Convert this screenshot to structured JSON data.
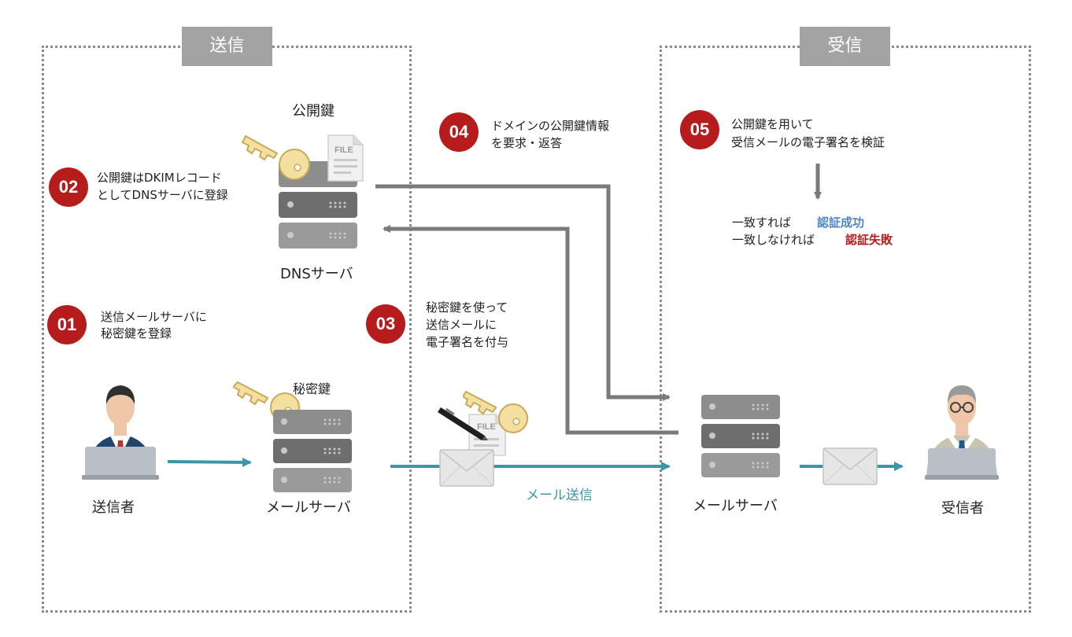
{
  "zones": {
    "send": {
      "title": "送信"
    },
    "receive": {
      "title": "受信"
    }
  },
  "steps": [
    {
      "number": "01",
      "lines": [
        "送信メールサーバに",
        "秘密鍵を登録"
      ]
    },
    {
      "number": "02",
      "lines": [
        "公開鍵はDKIMレコード",
        "としてDNSサーバに登録"
      ]
    },
    {
      "number": "03",
      "lines": [
        "秘密鍵を使って",
        "送信メールに",
        "電子署名を付与"
      ]
    },
    {
      "number": "04",
      "lines": [
        "ドメインの公開鍵情報",
        "を要求・返答"
      ]
    },
    {
      "number": "05",
      "lines": [
        "公開鍵を用いて",
        "受信メールの電子署名を検証"
      ]
    }
  ],
  "result": {
    "match_prefix": "一致すれば",
    "match_status": "認証成功",
    "mismatch_prefix": "一致しなければ",
    "mismatch_status": "認証失敗"
  },
  "labels": {
    "public_key": "公開鍵",
    "dns_server": "DNSサーバ",
    "private_key": "秘密鍵",
    "sender": "送信者",
    "sender_mail_server": "メールサーバ",
    "receiver_mail_server": "メールサーバ",
    "receiver": "受信者",
    "mail_send": "メール送信",
    "file_tag_public": "FILE",
    "file_tag_signed": "FILE"
  },
  "colors": {
    "accent_red": "#b71c1c",
    "flow_teal": "#3a97a7",
    "flow_gray": "#7a7a7a",
    "success_blue": "#4f86c6",
    "zone_gray": "#a3a3a3",
    "key_yellow": "#f3e0a0"
  },
  "icons": {
    "sender": "person-laptop-icon",
    "receiver": "person-laptop-icon",
    "servers": "server-stack-icon",
    "keys": "key-icon",
    "document": "file-document-icon",
    "mail": "envelope-icon",
    "pen": "pen-icon"
  }
}
